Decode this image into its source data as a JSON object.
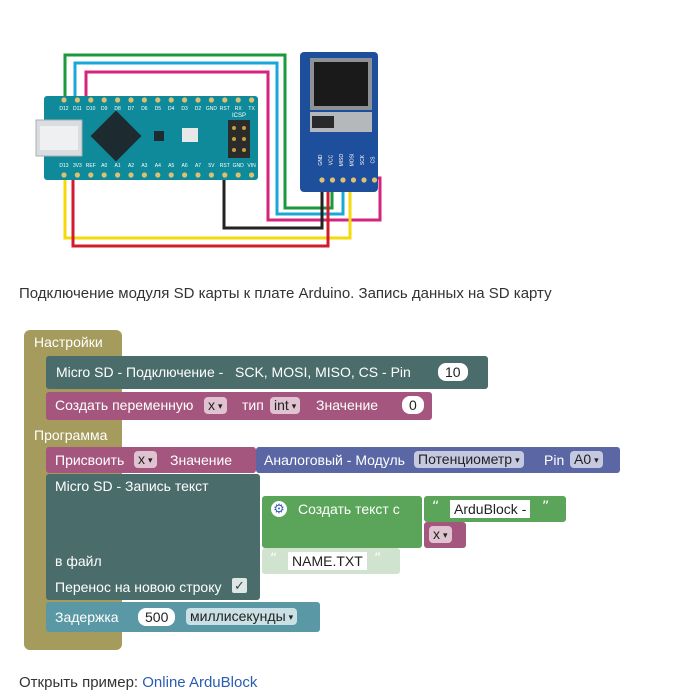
{
  "diagram": {
    "board_pins_top": [
      "D12",
      "D11",
      "D10",
      "D9",
      "D8",
      "D7",
      "D6",
      "D5",
      "D4",
      "D3",
      "D2",
      "GND",
      "RST",
      "RX",
      "TX"
    ],
    "board_pins_bottom": [
      "D13",
      "3V3",
      "REF",
      "A0",
      "A1",
      "A2",
      "A3",
      "A4",
      "A5",
      "A6",
      "A7",
      "5V",
      "RST",
      "GND",
      "VIN"
    ],
    "icsp_label": "ICSP",
    "sd_pins": [
      "GND",
      "VCC",
      "MISO",
      "MOSI",
      "SCK",
      "CS"
    ],
    "wire_colors": [
      "#1a9a3a",
      "#19a7d8",
      "#d6237e",
      "#222222",
      "#f5d90a",
      "#d21c2d"
    ]
  },
  "caption": "Подключение модуля SD карты к плате Arduino. Запись данных на SD карту",
  "blocks": {
    "setup_label": "Настройки",
    "sd_connect_label": "Micro SD - Подключение -   SCK, MOSI, MISO, CS - Pin",
    "sd_connect_pin": "10",
    "create_var_label": "Создать переменную",
    "create_var_name": "x",
    "create_var_type_label": "тип",
    "create_var_type": "int",
    "create_var_value_label": "Значение",
    "create_var_value": "0",
    "program_label": "Программа",
    "assign_label": "Присвоить",
    "assign_var": "x",
    "assign_value_label": "Значение",
    "analog_label": "Аналоговый - Модуль",
    "analog_module": "Потенциометр",
    "analog_pin_label": "Pin",
    "analog_pin": "A0",
    "sd_write_label": "Micro SD - Запись текст",
    "create_text_label": "Создать текст с",
    "text_value": "ArduBlock -",
    "text_var": "x",
    "file_label": "в файл",
    "file_name": "NAME.TXT",
    "newline_label": "Перенос на новою строку",
    "delay_label": "Задержка",
    "delay_value": "500",
    "delay_unit": "миллисекунды",
    "quote_open": "“",
    "quote_close": "”"
  },
  "footer": {
    "prefix": "Открыть пример: ",
    "link": "Online ArduBlock"
  },
  "colors": {
    "setup": "#a59b5c",
    "sd_block": "#4a6d6b",
    "variable": "#a5567e",
    "analog": "#5b67a5",
    "text": "#5ba55b",
    "text_light": "#cfe3cf",
    "delay": "#5b98a5"
  }
}
